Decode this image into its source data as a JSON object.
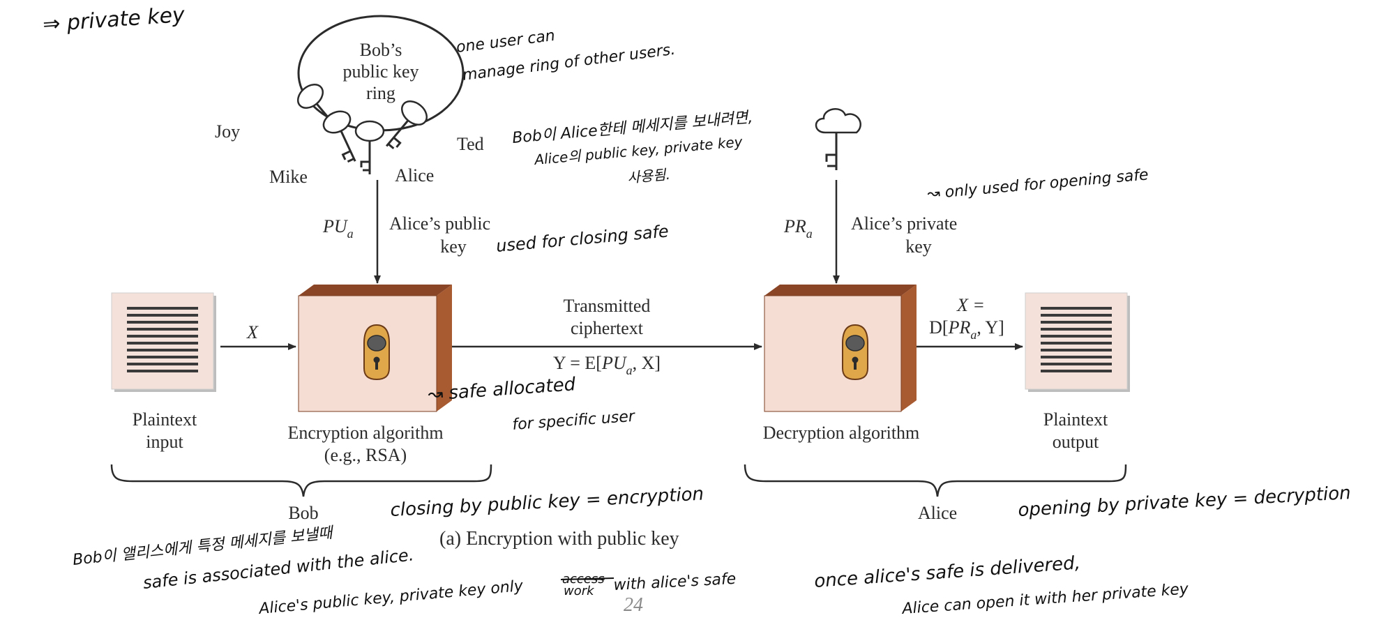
{
  "diagram": {
    "key_ring": {
      "label_lines": [
        "Bob’s",
        "public key",
        "ring"
      ],
      "keys": [
        "Joy",
        "Mike",
        "Alice",
        "Ted"
      ]
    },
    "pu_symbol": {
      "base": "PU",
      "sub": "a"
    },
    "pu_caption_lines": [
      "Alice’s public",
      "key"
    ],
    "pr_symbol": {
      "base": "PR",
      "sub": "a"
    },
    "pr_caption_lines": [
      "Alice’s private",
      "key"
    ],
    "x_label": "X",
    "transmitted_lines": [
      "Transmitted",
      "ciphertext"
    ],
    "y_formula": {
      "pre": "Y = E[",
      "base": "PU",
      "sub": "a",
      "post": ", X]"
    },
    "x_equals": "X =",
    "d_formula": {
      "pre": "D[",
      "base": "PR",
      "sub": "a",
      "post": ", Y]"
    },
    "plaintext_input_lines": [
      "Plaintext",
      "input"
    ],
    "encryption_lines": [
      "Encryption algorithm",
      "(e.g., RSA)"
    ],
    "decryption_label": "Decryption algorithm",
    "plaintext_output_lines": [
      "Plaintext",
      "output"
    ],
    "bob_label": "Bob",
    "alice_label": "Alice",
    "figure_caption": "(a) Encryption with public key",
    "page_number": "24"
  },
  "notes": {
    "private_key": "⇒ private key",
    "ring_note_lines": [
      "one user can",
      "manage ring of other users."
    ],
    "bob_korean_lines": [
      "Bob이 Alice한테 메세지를 보내려면,",
      "Alice의 public key, private key",
      "사용됨."
    ],
    "only_open": "↝ only used for opening safe",
    "closing_safe": "used for closing safe",
    "safe_allocated_lines": [
      "↝ safe allocated",
      "for specific user"
    ],
    "closing_encryption": "closing by public key = encryption",
    "opening_decryption": "opening by private key = decryption",
    "bob_bottom_lines": [
      "Bob이 앨리스에게 특정 메세지를 보낼때",
      "safe is associated with the alice.",
      "Alice's public key, private key only"
    ],
    "access_struck": "access",
    "work_word": "work",
    "with_safe": "with alice's safe",
    "alice_bottom_lines": [
      "once alice's safe is delivered,",
      "Alice can open it  with her private key"
    ]
  },
  "colors": {
    "ink": "#2b2b2b",
    "safe_front": "#f5ddd3",
    "safe_side": "#a85a31",
    "safe_top": "#8a4526",
    "lock_plate": "#e0a64a",
    "doc_paper": "#f3e1da",
    "doc_lines": "#3a3a3a",
    "handwriting": "#111111",
    "page_number": "#8a8a8a"
  }
}
